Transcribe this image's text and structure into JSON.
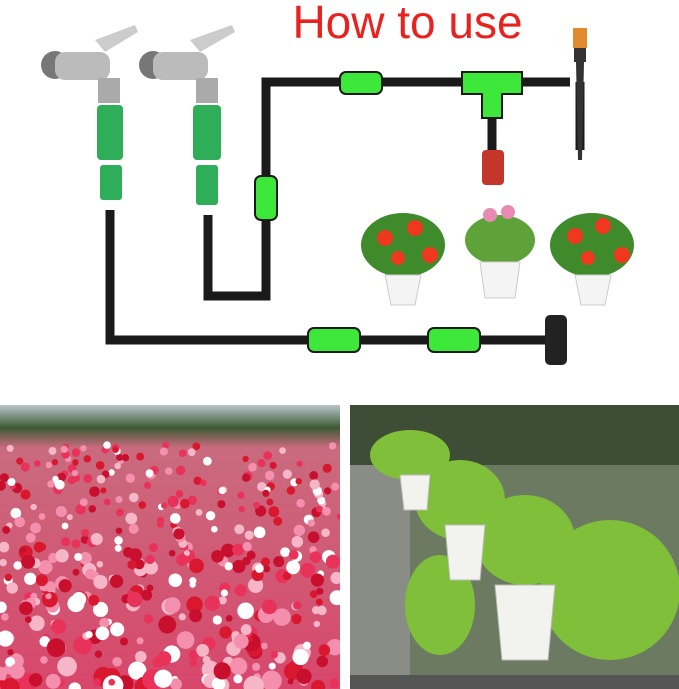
{
  "title": "How to use",
  "colors": {
    "title": "#e8231f",
    "tubing": "#1a1a1a",
    "connector": "#3ee83a",
    "adapter": "#2fae5a"
  },
  "photos": [
    {
      "subject": "flower-field"
    },
    {
      "subject": "potted-plants"
    }
  ]
}
